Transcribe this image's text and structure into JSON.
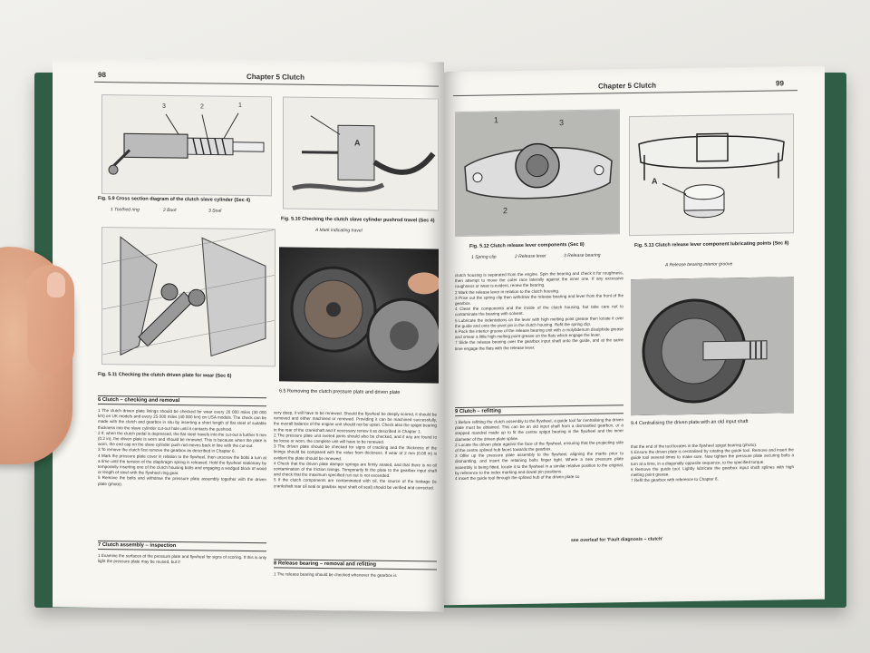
{
  "left_page": {
    "number": "98",
    "chapter": "Chapter 5 Clutch",
    "fig_5_9": {
      "caption": "Fig. 5.9 Cross section diagram of the clutch slave cylinder (Sec 4)",
      "callouts": [
        "3",
        "2",
        "1"
      ],
      "legend": [
        "1  Toothed ring",
        "2  Boot",
        "3  Seal"
      ]
    },
    "fig_5_10": {
      "caption": "Fig. 5.10 Checking the clutch slave cylinder pushrod travel (Sec 4)",
      "callout": "A",
      "legend": "A  Mark indicating travel"
    },
    "fig_5_11": {
      "caption": "Fig. 5.11 Checking the clutch driven plate for wear (Sec 6)"
    },
    "photo_6_5": {
      "caption": "6.5 Removing the clutch pressure plate and driven plate"
    },
    "section_6": {
      "heading": "6  Clutch – checking and removal",
      "col1": "1  The clutch driven plate linings should be checked for wear every 20 000 miles (30 000 km) on UK models and every 25 000 miles (40 000 km) on USA models. The check can be made with the clutch and gearbox in situ by inserting a short length of flat steel of suitable thickness into the slave cylinder cut-out hole until it contacts the pushrod.\n2  If, when the clutch pedal is depressed, the flat steel travels into the cut-out a further 5 mm (0.2 in), the driven plate is worn and should be renewed. This is because when the plate is worn, the end cap on the slave cylinder push rod moves back in line with the cut-out.\n3  To remove the clutch first remove the gearbox as described in Chapter 6.\n4  Mark the pressure plate cover in relation to the flywheel, then unscrew the bolts a turn at a time until the tension of the diaphragm spring is released. Hold the flywheel stationary by temporarily inserting one of the clutch housing bolts and engaging a wedged block of wood or length of steel with the flywheel ring gear.\n5  Remove the bolts and withdraw the pressure plate assembly together with the driven plate (photo).",
      "col2": "very deep, it will have to be renewed. Should the flywheel be deeply scored, it should be removed and either machined or renewed. Providing it can be machined successfully, the overall balance of the engine unit should not be upset. Check also the spigot bearing in the rear of the crankshaft and if necessary renew it as described in Chapter 1.\n2  The pressure plate unit riveted joints should also be checked, and if any are found to be loose or worn, the complete unit will have to be renewed.\n3  The driven plate should be checked for signs of cracking and the thickness of the linings should be compared with the value from thickness. If wear of 2 mm (0.08 in) is evident the plate should be renewed.\n4  Check that the driven plate damper springs are firmly seated, and that there is no oil contamination of the friction linings. Temporarily fit the plate to the gearbox input shaft and check that the maximum specified run out is not exceeded.\n5  If the clutch components are contaminated with oil, the source of the leakage (ie crankshaft rear oil seal or gearbox input shaft oil seal) should be verified and corrected."
    },
    "section_7": {
      "heading": "7  Clutch assembly – inspection",
      "text": "1  Examine the surfaces of the pressure plate and flywheel for signs of scoring. If this is only light the pressure plate may be reused, but if"
    },
    "section_8": {
      "heading": "8  Release bearing – removal and refitting",
      "text": "1  The release bearing should be checked whenever the gearbox is"
    }
  },
  "right_page": {
    "number": "99",
    "chapter": "Chapter 5 Clutch",
    "fig_5_12": {
      "caption": "Fig. 5.12 Clutch release lever components (Sec 8)",
      "callouts": [
        "1",
        "3",
        "2"
      ],
      "legend": [
        "1  Spring clip",
        "2  Release lever",
        "3  Release bearing"
      ]
    },
    "fig_5_13": {
      "caption": "Fig. 5.13 Clutch release lever component lubricating points (Sec 8)",
      "callout": "A",
      "legend": "A  Release bearing interior groove"
    },
    "photo_9_4": {
      "caption": "9.4 Centralising the driven plate with an old input shaft"
    },
    "section_8_cont": "clutch housing is separated from the engine. Spin the bearing and check it for roughness, then attempt to move the outer race laterally against the inner one. If any excessive roughness or wear is evident, renew the bearing.\n2  Mark the release lever in relation to the clutch housing.\n3  Prise out the spring clip then withdraw the release bearing and lever from the front of the gearbox.\n4  Clean the components and the inside of the clutch housing, but take care not to contaminate the bearing with solvent.\n5  Lubricate the indentations on the lever with high melting point grease then locate it over the guide and onto the pivot pin in the clutch housing. Refit the spring clip.\n6  Pack the interior groove of the release bearing unit with a molybdenum disulphide grease and smear a little high melting point grease on the flats which engage the lever.\n7  Slide the release bearing over the gearbox input shaft onto the guide, and at the same time engage the flats with the release lever.",
    "section_9": {
      "heading": "9  Clutch – refitting",
      "col1": "1  Before refitting the clutch assembly to the flywheel, a guide tool for centralising the driven plate must be obtained. This can be an old input shaft from a dismantled gearbox, or a stepped mandrel made up to fit the centre spigot bearing in the flywheel and the inner diameter of the driven plate spline.\n2  Locate the driven plate against the face of the flywheel, ensuring that the projecting side of the centre splined hub faces towards the gearbox.\n3  Offer up the pressure plate assembly to the flywheel, aligning the marks prior to dismantling, and insert the retaining bolts finger tight. Where a new pressure plate assembly is being fitted, locate it to the flywheel in a similar relative position to the original, by reference to the index marking and dowel pin positions.\n4  Insert the guide tool through the splined hub of the driven plate so",
      "col2": "that the end of the tool locates in the flywheel spigot bearing (photo).\n5  Ensure the driven plate is centralised by rotating the guide tool. Remove and insert the guide tool several times to make sure. Now tighten the pressure plate securing bolts a turn at a time, in a diagonally opposite sequence, to the specified torque.\n6  Remove the guide tool. Lightly lubricate the gearbox input shaft splines with high melting point grease.\n7  Refit the gearbox with reference to Chapter 6."
    },
    "footer": "see overleaf for 'Fault diagnosis – clutch'"
  },
  "colors": {
    "cover": "#2f5d45",
    "paper": "#f7f6f1",
    "ink": "#222222",
    "skin": "#d99e80"
  },
  "icons": [
    "hand",
    "clutch-diagram",
    "clutch-photo"
  ]
}
